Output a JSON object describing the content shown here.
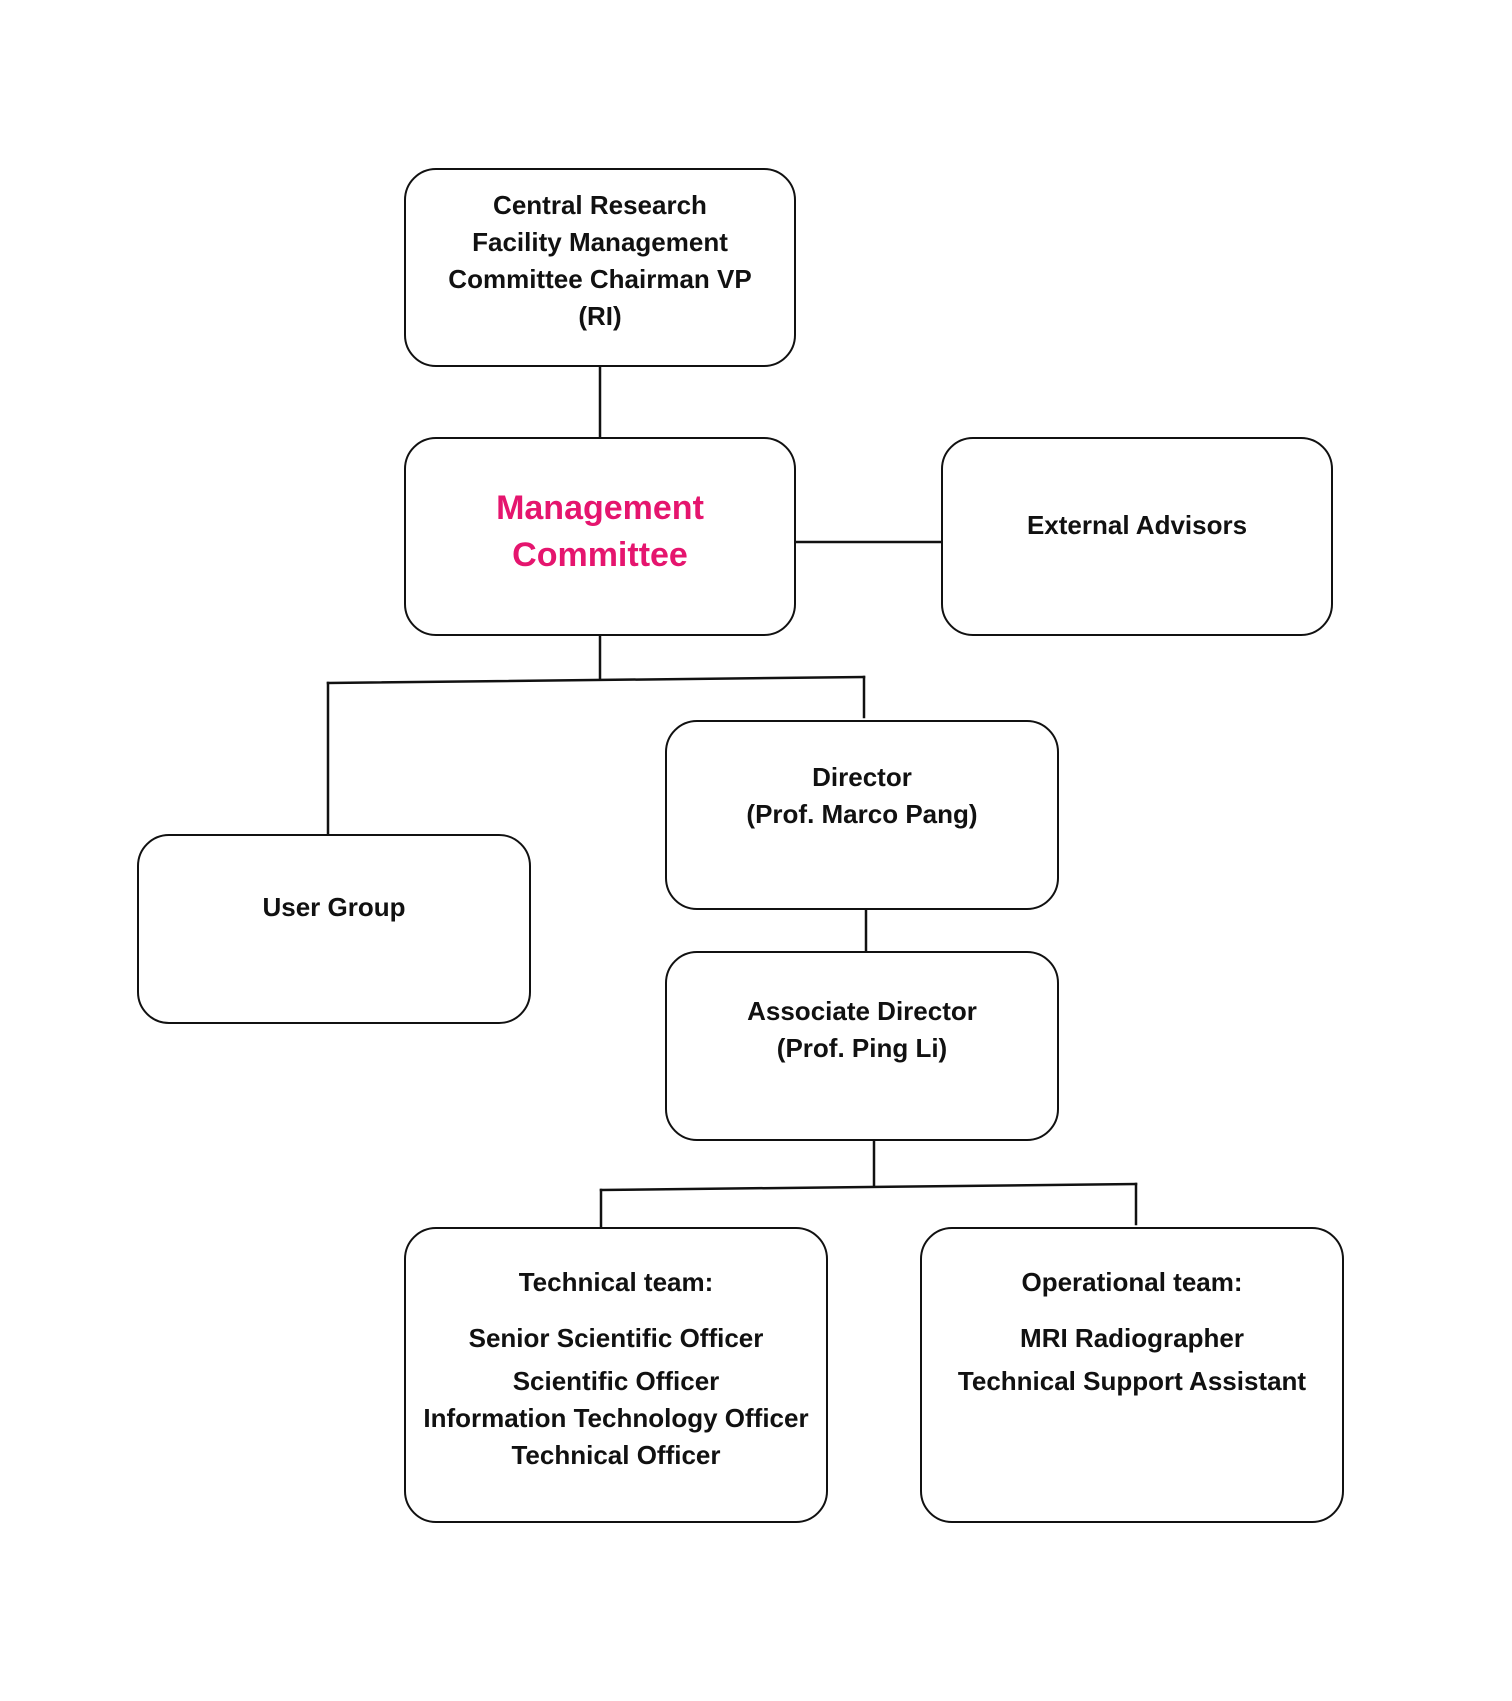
{
  "diagram": {
    "nodes": {
      "crf_chairman": {
        "lines": [
          "Central Research",
          "Facility Management",
          "Committee Chairman VP",
          "(RI)"
        ]
      },
      "management_committee": {
        "lines": [
          "Management",
          "Committee"
        ],
        "color": "#e5156e"
      },
      "external_advisors": {
        "lines": [
          "External Advisors"
        ]
      },
      "user_group": {
        "lines": [
          "User Group"
        ]
      },
      "director": {
        "lines": [
          "Director",
          "(Prof. Marco Pang)"
        ]
      },
      "associate_director": {
        "lines": [
          "Associate Director",
          "(Prof. Ping Li)"
        ]
      },
      "technical_team": {
        "title": "Technical team:",
        "members": [
          "Senior Scientific Officer",
          "Scientific Officer",
          "Information Technology Officer",
          "Technical Officer"
        ]
      },
      "operational_team": {
        "title": "Operational team:",
        "members": [
          "MRI Radiographer",
          "Technical Support Assistant"
        ]
      }
    },
    "edges": [
      {
        "from": "crf_chairman",
        "to": "management_committee"
      },
      {
        "from": "management_committee",
        "to": "external_advisors"
      },
      {
        "from": "management_committee",
        "to": "user_group"
      },
      {
        "from": "management_committee",
        "to": "director"
      },
      {
        "from": "director",
        "to": "associate_director"
      },
      {
        "from": "associate_director",
        "to": "technical_team"
      },
      {
        "from": "associate_director",
        "to": "operational_team"
      }
    ]
  }
}
